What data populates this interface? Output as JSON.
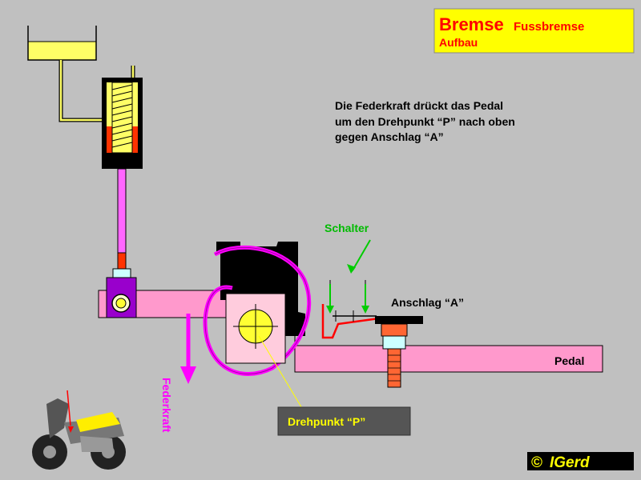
{
  "title": {
    "main": "Bremse",
    "sub1": "Fussbremse",
    "sub2": "Aufbau"
  },
  "description": [
    "Die Federkraft drückt das Pedal",
    "um den Drehpunkt “P”  nach oben",
    "gegen Anschlag “A”"
  ],
  "labels": {
    "schalter": "Schalter",
    "anschlag": "Anschlag “A”",
    "pedal": "Pedal",
    "federkraft": "Federkraft",
    "drehpunkt": "Drehpunkt “P”"
  },
  "logo": {
    "copyright": "©",
    "brand": "IGerd"
  },
  "colors": {
    "background": "#c0c0c0",
    "title_box": "#ffff00",
    "title_text": "#ff0000",
    "pedal": "#ff99cc",
    "spring": "#ff00ff",
    "arrow": "#ff00ff",
    "switch_arrow": "#00cc00",
    "schalter_text": "#00bb00",
    "fluid": "#ffff66",
    "pressure": "#ff3300",
    "label_box": "#555555",
    "label_box_text": "#ffff00"
  },
  "icons": [
    "copyright-icon",
    "motorcycle-icon",
    "force-arrow-icon",
    "switch-arrow-icon"
  ]
}
